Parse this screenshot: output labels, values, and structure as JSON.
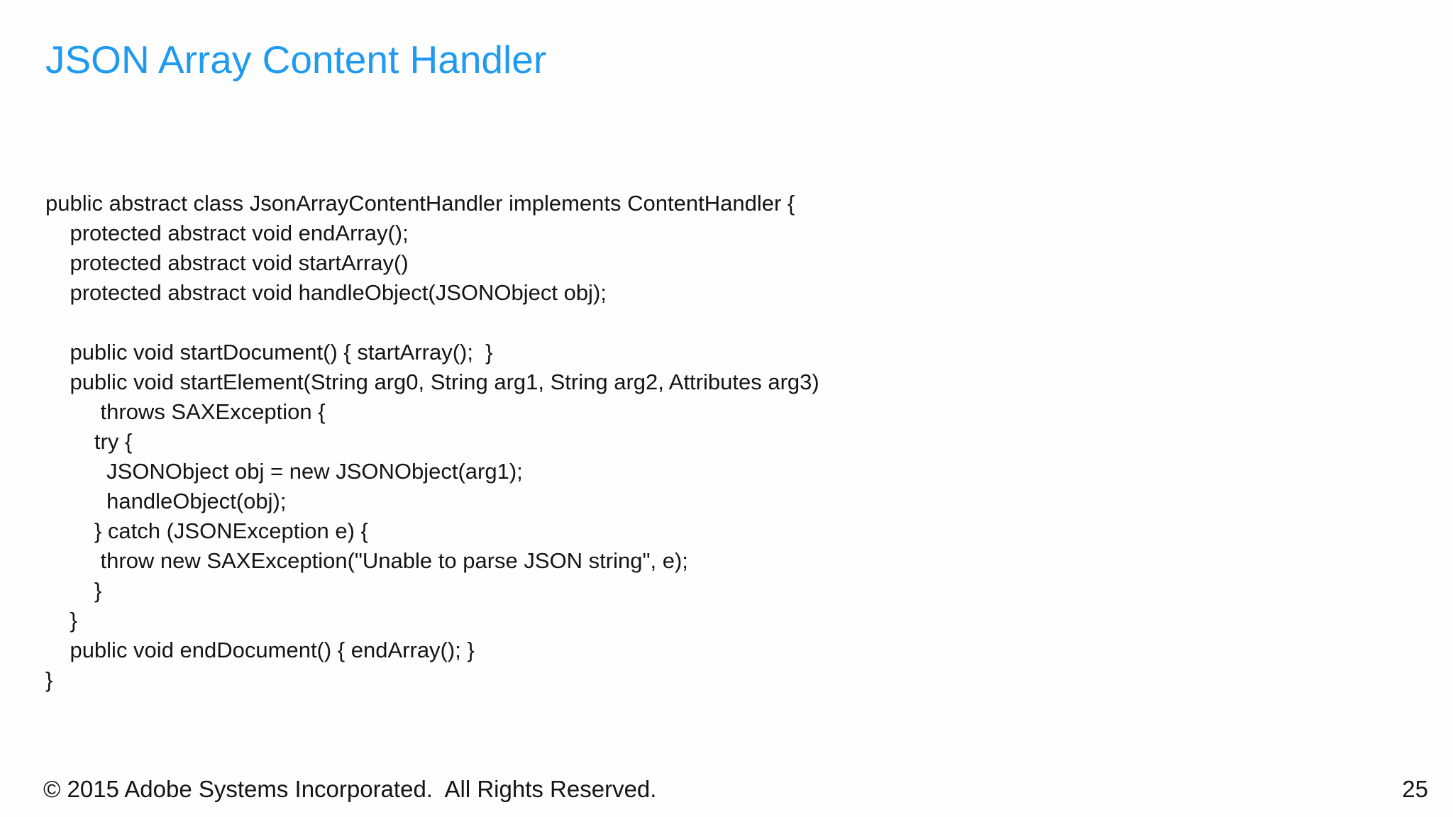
{
  "slide": {
    "title": "JSON Array Content Handler"
  },
  "code": {
    "language": "java",
    "lines": [
      "public abstract class JsonArrayContentHandler implements ContentHandler {",
      "    protected abstract void endArray();",
      "    protected abstract void startArray()",
      "    protected abstract void handleObject(JSONObject obj);",
      "",
      "    public void startDocument() { startArray();  }",
      "    public void startElement(String arg0, String arg1, String arg2, Attributes arg3)",
      "         throws SAXException {",
      "        try {",
      "          JSONObject obj = new JSONObject(arg1);",
      "          handleObject(obj);",
      "        } catch (JSONException e) {",
      "         throw new SAXException(\"Unable to parse JSON string\", e);",
      "        }",
      "    }",
      "    public void endDocument() { endArray(); }",
      "}"
    ]
  },
  "footer": {
    "copyright": "© 2015 Adobe Systems Incorporated.  All Rights Reserved.",
    "page_number": "25"
  },
  "colors": {
    "background": "#fefefe",
    "title": "#1e9af0",
    "text": "#141414"
  }
}
